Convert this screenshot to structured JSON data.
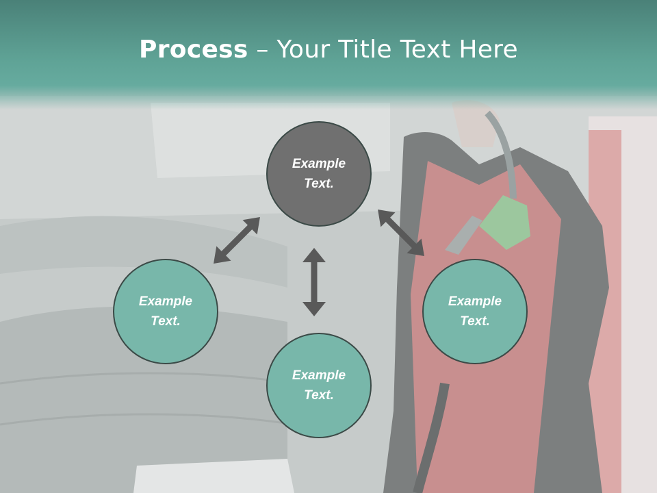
{
  "title": {
    "bold": "Process",
    "rest": " – Your Title Text Here"
  },
  "nodes": {
    "top": {
      "line1": "Example",
      "line2": "Text."
    },
    "left": {
      "line1": "Example",
      "line2": "Text."
    },
    "right": {
      "line1": "Example",
      "line2": "Text."
    },
    "bottom": {
      "line1": "Example",
      "line2": "Text."
    }
  },
  "colors": {
    "header": "#5fa396",
    "teal_node": "#78b7aa",
    "grey_node": "#707070",
    "arrow": "#595959"
  }
}
